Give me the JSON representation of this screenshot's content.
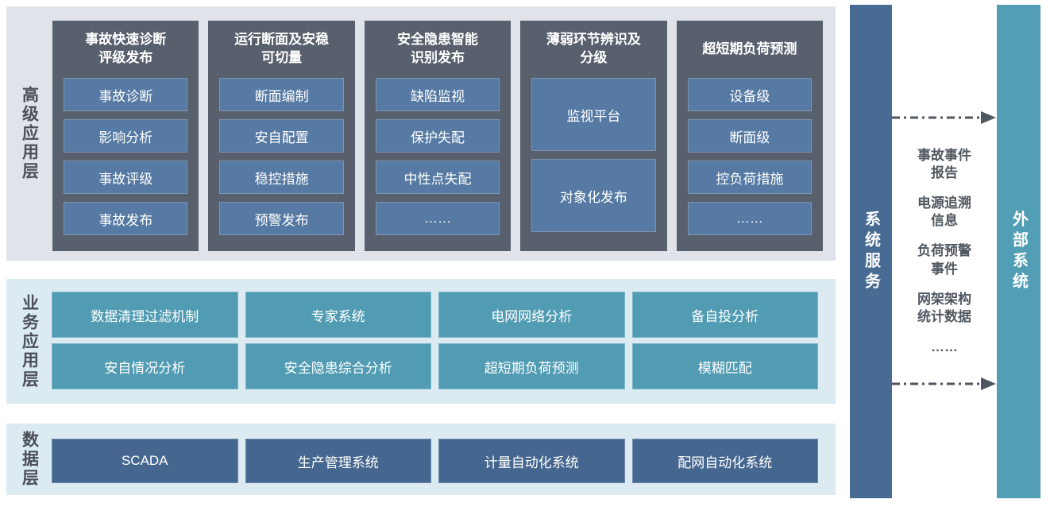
{
  "layers": {
    "advanced": {
      "label": "高级应用层",
      "groups": [
        {
          "title": "事故快速诊断\n评级发布",
          "items": [
            "事故诊断",
            "影响分析",
            "事故评级",
            "事故发布"
          ]
        },
        {
          "title": "运行断面及安稳\n可切量",
          "items": [
            "断面编制",
            "安自配置",
            "稳控措施",
            "预警发布"
          ]
        },
        {
          "title": "安全隐患智能\n识别发布",
          "items": [
            "缺陷监视",
            "保护失配",
            "中性点失配",
            "……"
          ]
        },
        {
          "title": "薄弱环节辨识及\n分级",
          "items": [
            "监视平台",
            "对象化发布"
          ]
        },
        {
          "title": "超短期负荷预测",
          "items": [
            "设备级",
            "断面级",
            "控负荷措施",
            "……"
          ]
        }
      ]
    },
    "business": {
      "label": "业务应用层",
      "items": [
        "数据清理过滤机制",
        "专家系统",
        "电网网络分析",
        "备自投分析",
        "安自情况分析",
        "安全隐患综合分析",
        "超短期负荷预测",
        "模糊匹配"
      ]
    },
    "data": {
      "label": "数据层",
      "items": [
        "SCADA",
        "生产管理系统",
        "计量自动化系统",
        "配网自动化系统"
      ]
    }
  },
  "system_service": {
    "label": "系统服务"
  },
  "external_system": {
    "label": "外部系统"
  },
  "exchange": {
    "items": [
      "事故事件\n报告",
      "电源追溯\n信息",
      "负荷预警\n事件",
      "网架架构\n统计数据",
      "……"
    ]
  },
  "colors": {
    "top_section_bg": "#e0e3e9",
    "lower_section_bg": "#dcebf2",
    "panel_bg": "#58606d",
    "panel_item_bg": "#567aa3",
    "business_item_bg": "#519cb3",
    "data_item_bg": "#45678f",
    "system_service_bar": "#476b93",
    "external_system_bar": "#529fb5",
    "label_text": "#4b5058",
    "arrow": "#4e5662"
  }
}
